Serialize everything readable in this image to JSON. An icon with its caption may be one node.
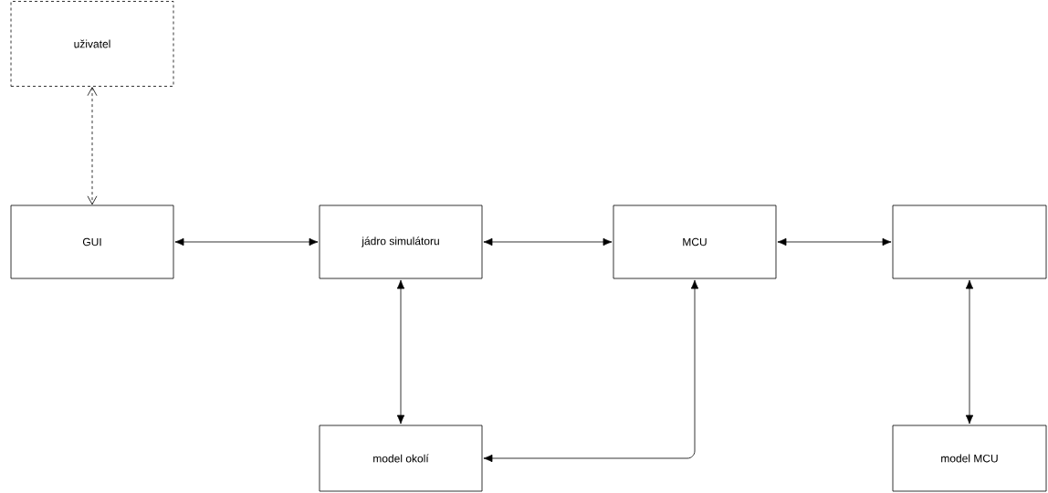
{
  "diagram": {
    "nodes": [
      {
        "text": [
          "uživatel"
        ]
      },
      {
        "text": [
          "GUI"
        ]
      },
      {
        "text": [
          "jádro simulátoru"
        ]
      },
      {
        "text": [
          "MCU"
        ]
      },
      {
        "text": [],
        "shape": "box"
      },
      {
        "text": [
          "model okolí"
        ]
      },
      {
        "text": [
          "model MCU"
        ]
      }
    ],
    "edges": [
      {
        "from": 0,
        "to": 1,
        "arrow": "both",
        "style": "dashed"
      },
      {
        "from": 1,
        "to": 2,
        "arrow": "both"
      },
      {
        "from": 2,
        "to": 3,
        "arrow": "both"
      },
      {
        "from": 3,
        "to": 4,
        "arrow": "both"
      },
      {
        "from": 2,
        "to": 5,
        "arrow": "both"
      },
      {
        "from": 3,
        "to": 5,
        "arrow": "both"
      },
      {
        "from": 4,
        "to": 6,
        "arrow": "both"
      }
    ]
  }
}
